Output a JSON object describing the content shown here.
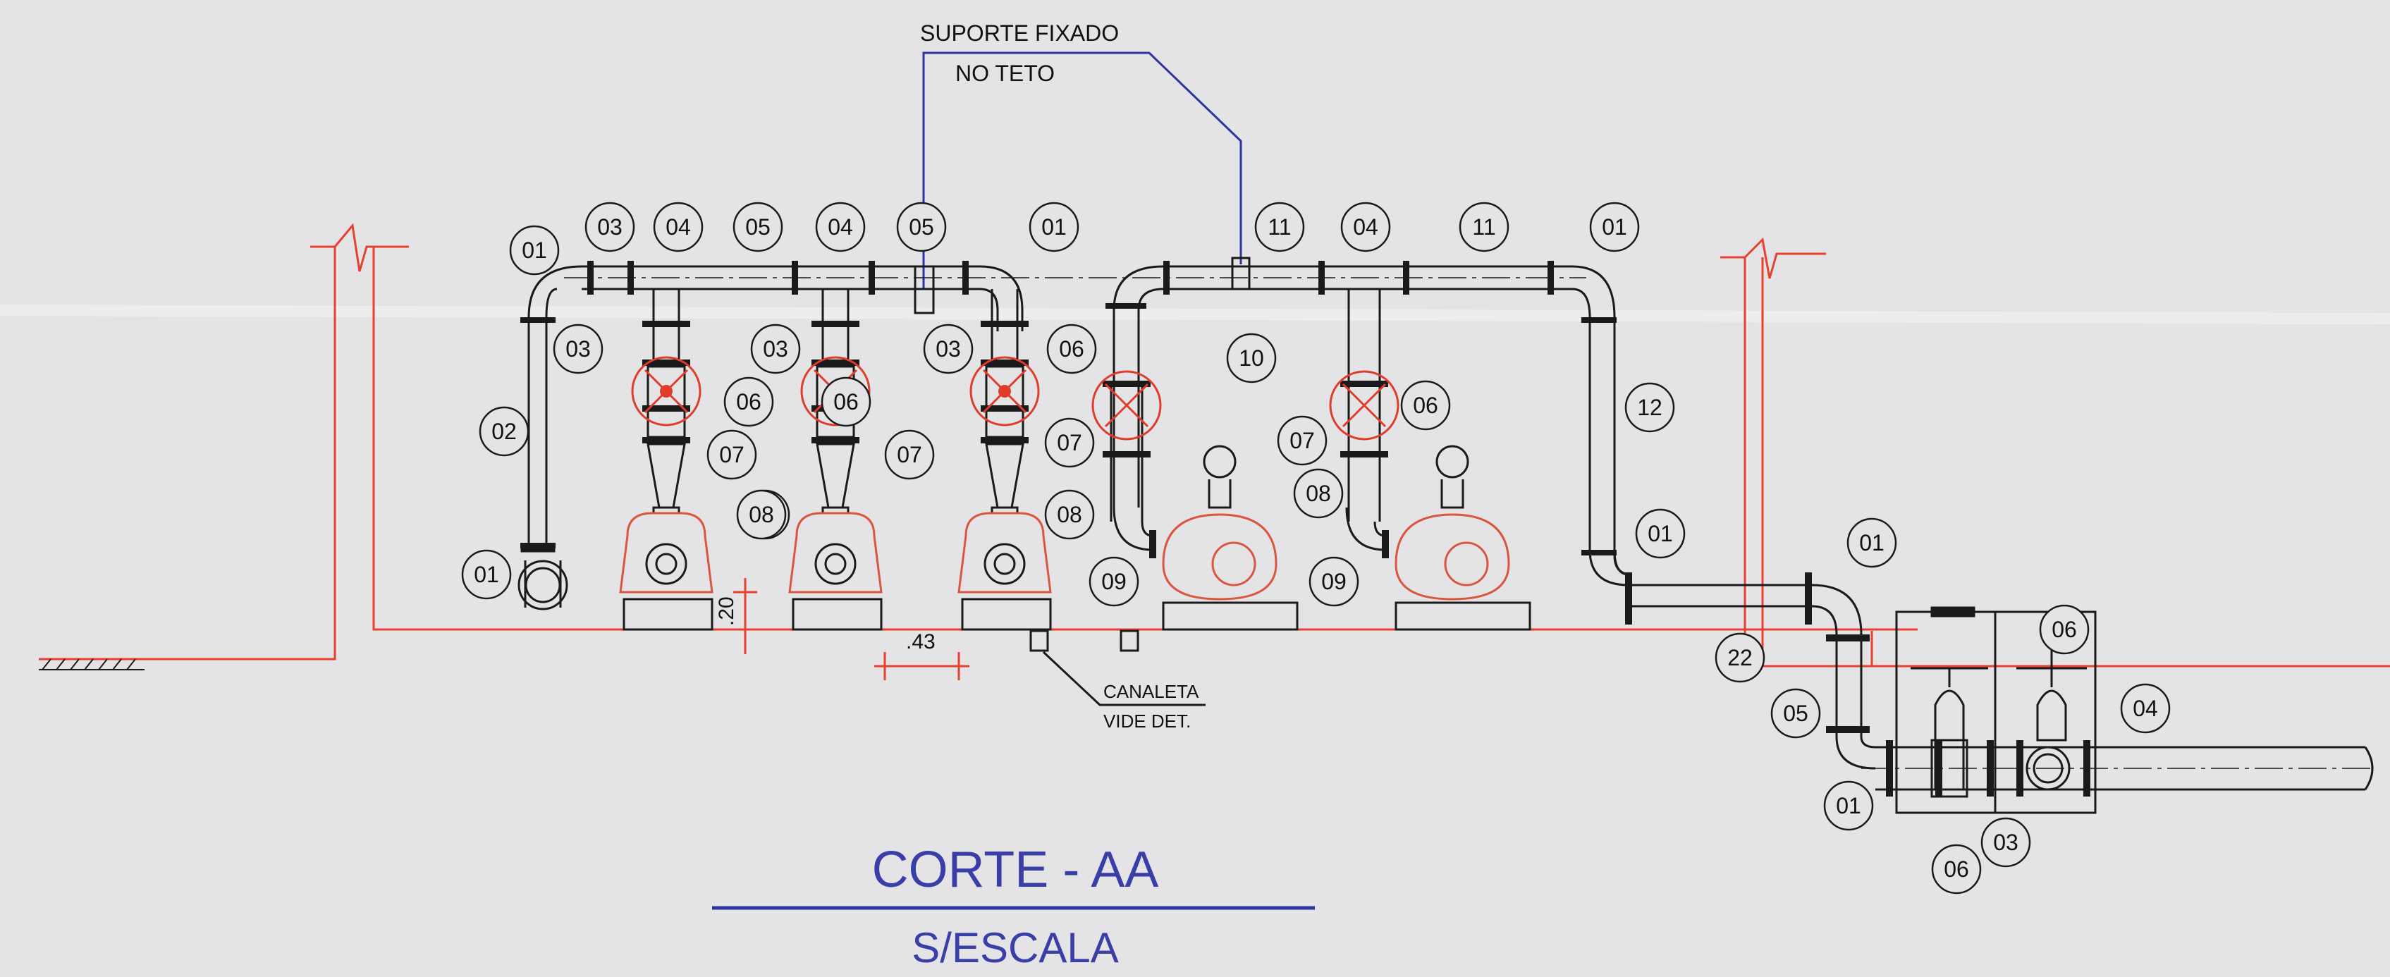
{
  "colors": {
    "paper": "#e4e4e6",
    "ink": "#1a1a1a",
    "floor": "#e8402e",
    "valve": "#e03c2c",
    "pump": "#d9573f",
    "leader": "#2c34a0",
    "title": "#3a3fa8"
  },
  "annotations": {
    "support_line1": "SUPORTE FIXADO",
    "support_line2": "NO TETO",
    "canaleta_line1": "CANALETA",
    "canaleta_line2": "VIDE DET.",
    "dim_height": ".20",
    "dim_width": ".43"
  },
  "title_block": {
    "title": "CORTE - AA",
    "subtitle": "S/ESCALA"
  },
  "callouts": [
    "01",
    "03",
    "04",
    "05",
    "04",
    "05",
    "01",
    "11",
    "04",
    "11",
    "01",
    "02",
    "03",
    "03",
    "03",
    "06",
    "10",
    "06",
    "06",
    "06",
    "12",
    "07",
    "07",
    "07",
    "07",
    "08",
    "08",
    "08",
    "08",
    "01",
    "09",
    "09",
    "01",
    "01",
    "22",
    "05",
    "06",
    "04",
    "01",
    "06",
    "03"
  ],
  "icons": {
    "ground_hatch": "ground-hatch-icon",
    "break_mark": "break-line-icon"
  }
}
